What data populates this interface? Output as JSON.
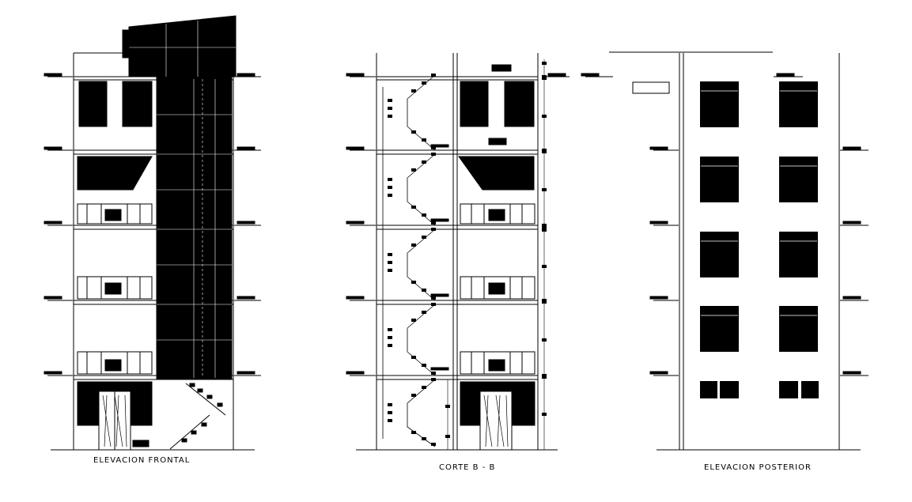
{
  "drawing": {
    "stroke_color": "#000000",
    "fill_color": "#000000",
    "background": "#ffffff",
    "views": [
      {
        "title": "ELEVACION FRONTAL"
      },
      {
        "title": "CORTE   B - B"
      },
      {
        "title": "ELEVACION POSTERIOR"
      }
    ]
  }
}
